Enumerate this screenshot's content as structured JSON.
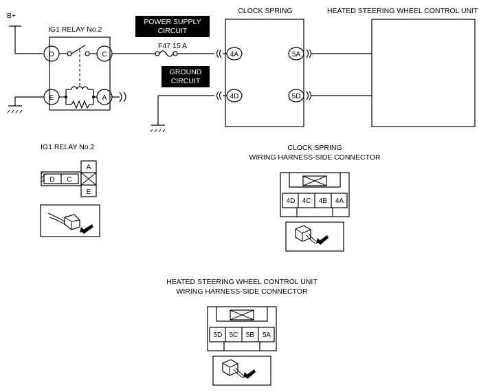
{
  "wiring": {
    "battery_label": "B+",
    "relay_title": "IG1 RELAY No.2",
    "relay_pins": {
      "d": "D",
      "c": "C",
      "e": "E",
      "a": "A"
    },
    "power_circuit": [
      "POWER SUPPLY",
      "CIRCUIT"
    ],
    "ground_circuit": [
      "GROUND",
      "CIRCUIT"
    ],
    "fuse_label": "F47 15 A",
    "clock_spring_title": "CLOCK SPRING",
    "control_unit_title": "HEATED STEERING WHEEL CONTROL UNIT",
    "clock_spring_pins": {
      "in_power": "4A",
      "in_ground": "4D",
      "out_power": "5A",
      "out_ground": "5D"
    }
  },
  "relay_connector": {
    "title": "IG1 RELAY No.2",
    "cells": {
      "d": "D",
      "c": "C",
      "a": "A",
      "e": "E"
    },
    "icon": "relay-connector-view-icon"
  },
  "clock_spring_connector": {
    "title": [
      "CLOCK SPRING",
      "WIRING HARNESS-SIDE CONNECTOR"
    ],
    "terminals": [
      "4D",
      "4C",
      "4B",
      "4A"
    ],
    "icon": "connector-view-icon"
  },
  "control_unit_connector": {
    "title": [
      "HEATED STEERING WHEEL CONTROL UNIT",
      "WIRING HARNESS-SIDE CONNECTOR"
    ],
    "terminals": [
      "5D",
      "5C",
      "5B",
      "5A"
    ],
    "icon": "connector-view-icon"
  },
  "colors": {
    "line": "#000000",
    "label_box": "#000000",
    "label_text": "#ffffff"
  }
}
